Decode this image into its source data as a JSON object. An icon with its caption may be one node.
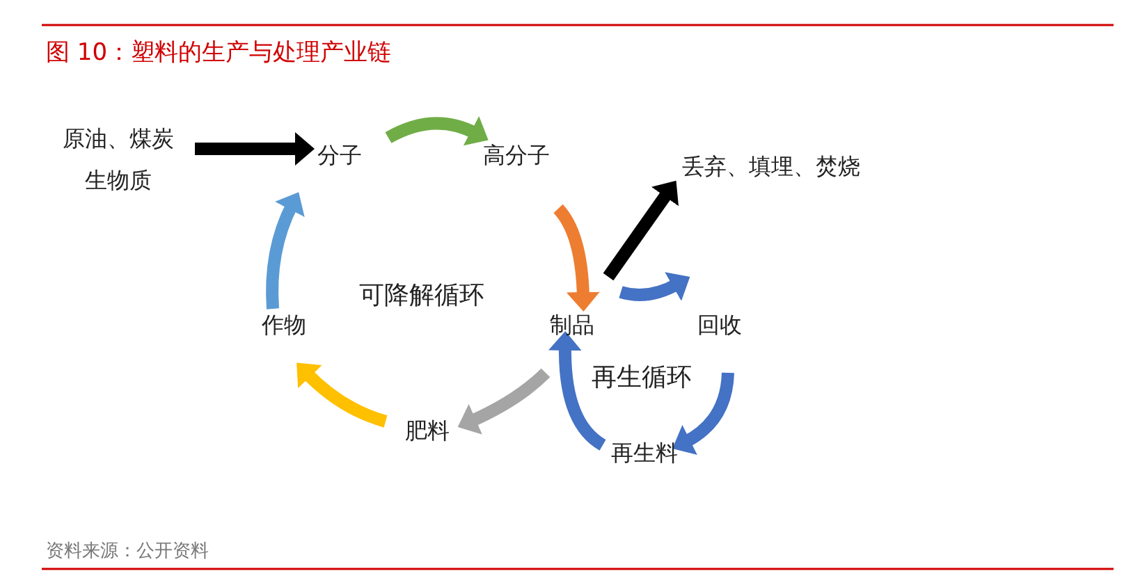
{
  "diagram": {
    "title": "图 10：塑料的生产与处理产业链",
    "caption": "资料来源：公开资料",
    "nodes": [
      {
        "text": [
          "原油、煤炭",
          "生物质"
        ]
      },
      {
        "text": [
          "分子"
        ]
      },
      {
        "text": [
          "高分子"
        ]
      },
      {
        "text": [
          "丢弃、填埋、焚烧"
        ]
      },
      {
        "text": [
          "制品"
        ]
      },
      {
        "text": [
          "回收"
        ]
      },
      {
        "text": [
          "再生料"
        ]
      },
      {
        "text": [
          "肥料"
        ]
      },
      {
        "text": [
          "作物"
        ]
      }
    ],
    "edges": [
      {
        "from": 0,
        "to": 1,
        "arrow": "to",
        "color": "#000000"
      },
      {
        "from": 1,
        "to": 2,
        "arrow": "to",
        "color": "#70ad47"
      },
      {
        "from": 2,
        "to": 4,
        "arrow": "to",
        "color": "#ed7d31"
      },
      {
        "from": 4,
        "to": 3,
        "arrow": "to",
        "color": "#000000"
      },
      {
        "from": 4,
        "to": 5,
        "arrow": "to",
        "color": "#4472c4"
      },
      {
        "from": 5,
        "to": 6,
        "arrow": "to",
        "color": "#4472c4"
      },
      {
        "from": 6,
        "to": 4,
        "arrow": "to",
        "color": "#4472c4"
      },
      {
        "from": 4,
        "to": 7,
        "arrow": "to",
        "color": "#a5a5a5"
      },
      {
        "from": 7,
        "to": 8,
        "arrow": "to",
        "color": "#ffc000"
      },
      {
        "from": 8,
        "to": 1,
        "arrow": "to",
        "color": "#5b9bd5"
      }
    ],
    "labels": [
      "可降解循环",
      "再生循环"
    ]
  }
}
